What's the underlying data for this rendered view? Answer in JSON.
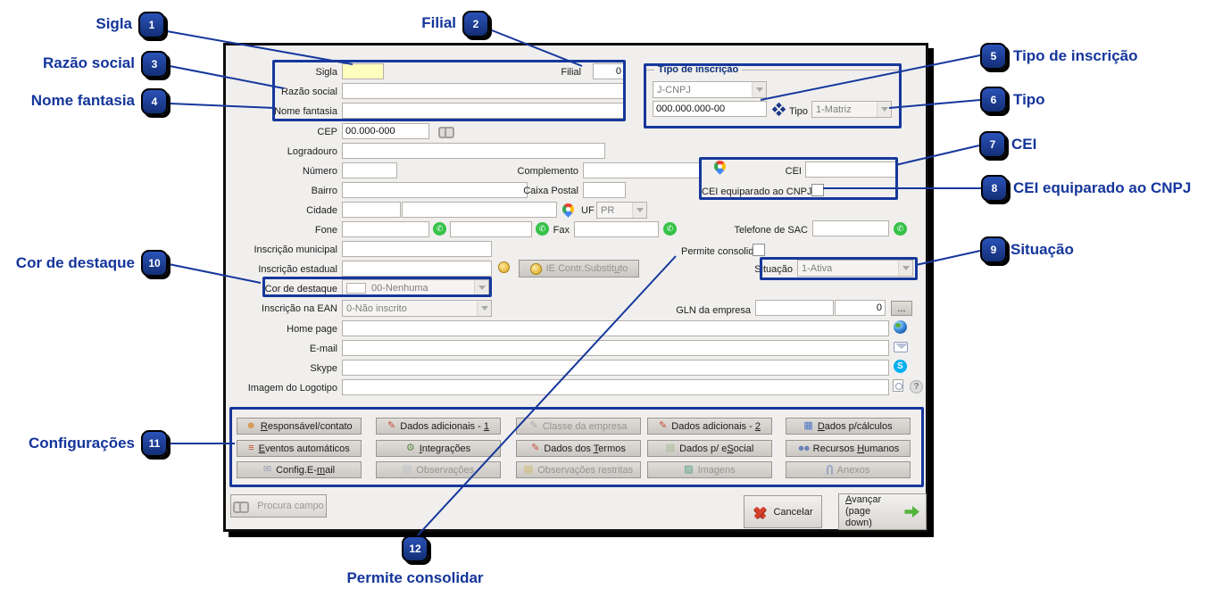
{
  "annotations": {
    "accent_color": "#16379c",
    "badges": [
      {
        "num": "1",
        "label": "Sigla"
      },
      {
        "num": "2",
        "label": "Filial"
      },
      {
        "num": "3",
        "label": "Razão social"
      },
      {
        "num": "4",
        "label": "Nome fantasia"
      },
      {
        "num": "5",
        "label": "Tipo de inscrição"
      },
      {
        "num": "6",
        "label": "Tipo"
      },
      {
        "num": "7",
        "label": "CEI"
      },
      {
        "num": "8",
        "label": "CEI equiparado ao CNPJ"
      },
      {
        "num": "9",
        "label": "Situação"
      },
      {
        "num": "10",
        "label": "Cor de destaque"
      },
      {
        "num": "11",
        "label": "Configurações"
      },
      {
        "num": "12",
        "label": "Permite consolidar"
      }
    ]
  },
  "form": {
    "sigla_label": "Sigla",
    "sigla_value": "",
    "filial_label": "Filial",
    "filial_value": "0",
    "razao_label": "Razão social",
    "razao_value": "",
    "nome_label": "Nome fantasia",
    "nome_value": "",
    "tipo_inscricao": {
      "title": "Tipo de inscrição",
      "select_value": "J-CNPJ",
      "cnpj_value": "000.000.000-00",
      "tipo_label": "Tipo",
      "tipo_value": "1-Matriz",
      "icon": "pix-icon"
    },
    "cep_label": "CEP",
    "cep_value": "00.000-000",
    "logradouro_label": "Logradouro",
    "numero_label": "Número",
    "complemento_label": "Complemento",
    "cei_label": "CEI",
    "cei_value": "",
    "bairro_label": "Bairro",
    "caixa_postal_label": "Caixa Postal",
    "cei_equiparado_label": "CEI equiparado ao CNPJ",
    "cidade_label": "Cidade",
    "uf_label": "UF",
    "uf_value": "PR",
    "fone_label": "Fone",
    "fax_label": "Fax",
    "sac_label": "Telefone de SAC",
    "inscricao_municipal_label": "Inscrição municipal",
    "permite_consolidar_label": "Permite consolidar",
    "inscricao_estadual_label": "Inscrição estadual",
    "ie_contr_pre": "IE Contr.Substit",
    "ie_contr_u": "u",
    "ie_contr_post": "to",
    "situacao_label": "Situação",
    "situacao_value": "1-Ativa",
    "cor_destaque_label": "Cor de destaque",
    "cor_destaque_value": "00-Nenhuma",
    "cor_destaque_swatch": "#ffffff",
    "ean_label": "Inscrição na EAN",
    "ean_value": "0-Não inscrito",
    "gln_label": "GLN da empresa",
    "gln_value": "0",
    "gln_button": "...",
    "homepage_label": "Home page",
    "email_label": "E-mail",
    "skype_label": "Skype",
    "logotipo_label": "Imagem do Logotipo",
    "icons": [
      "binoculars-icon",
      "whatsapp-icon",
      "map-pin-icon",
      "globe-icon",
      "envelope-icon",
      "skype-icon",
      "help-icon",
      "coin-icon",
      "document-icon",
      "pix-icon"
    ]
  },
  "config_buttons": [
    {
      "pre": "",
      "u": "R",
      "post": "esponsável/contato",
      "icon": "person",
      "enabled": true
    },
    {
      "pre": "Dados adicionais - ",
      "u": "1",
      "post": "",
      "icon": "notepad-pencil",
      "enabled": true
    },
    {
      "pre": "Classe da empresa",
      "u": "",
      "post": "",
      "icon": "pencil-doc-gray",
      "enabled": false
    },
    {
      "pre": "Dados adicionais - ",
      "u": "2",
      "post": "",
      "icon": "notepad-pencil",
      "enabled": true
    },
    {
      "pre": "",
      "u": "D",
      "post": "ados p/cálculos",
      "icon": "calculator",
      "enabled": true
    },
    {
      "pre": "",
      "u": "E",
      "post": "ventos automáticos",
      "icon": "list",
      "enabled": true
    },
    {
      "pre": "",
      "u": "I",
      "post": "ntegrações",
      "icon": "gear-doc",
      "enabled": true
    },
    {
      "pre": "Dados dos ",
      "u": "T",
      "post": "ermos",
      "icon": "pencil-doc",
      "enabled": true
    },
    {
      "pre": "Dados p/ e",
      "u": "S",
      "post": "ocial",
      "icon": "doc-green",
      "enabled": true
    },
    {
      "pre": "Recursos ",
      "u": "H",
      "post": "umanos",
      "icon": "people",
      "enabled": true
    },
    {
      "pre": "Config.E-",
      "u": "m",
      "post": "ail",
      "icon": "envelope",
      "enabled": true
    },
    {
      "pre": "Observações",
      "u": "",
      "post": "",
      "icon": "notepad",
      "enabled": false
    },
    {
      "pre": "Observações restritas",
      "u": "",
      "post": "",
      "icon": "notepad-lock",
      "enabled": false
    },
    {
      "pre": "Imagens",
      "u": "",
      "post": "",
      "icon": "image",
      "enabled": false
    },
    {
      "pre": "Anexos",
      "u": "",
      "post": "",
      "icon": "paperclip",
      "enabled": false
    }
  ],
  "footer": {
    "procura_label": "Procura campo",
    "cancelar_label": "Cancelar",
    "avancar_u": "A",
    "avancar_post": "vançar",
    "avancar_line2": "(page down)"
  }
}
